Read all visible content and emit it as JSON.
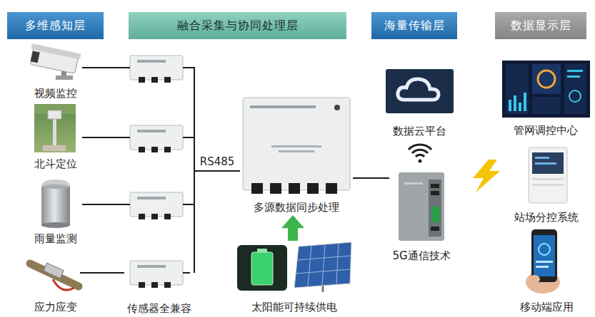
{
  "diagram": {
    "nodes": [
      {
        "text": [
          "多维感知层"
        ]
      },
      {
        "text": [
          "融合采集与协同处理层"
        ]
      },
      {
        "text": [
          "海量传输层"
        ]
      },
      {
        "text": [
          "数据显示层"
        ]
      },
      {
        "text": [
          "视频监控"
        ]
      },
      {
        "text": [
          "北斗定位"
        ]
      },
      {
        "text": [
          "雨量监测"
        ]
      },
      {
        "text": [
          "应力应变"
        ]
      },
      {
        "text": [
          "传感器全兼容"
        ]
      },
      {
        "text": [
          "多源数据同步处理"
        ]
      },
      {
        "text": [
          "太阳能可持续供电"
        ]
      },
      {
        "text": [
          "数据云平台"
        ]
      },
      {
        "text": [
          "5G通信技术"
        ]
      },
      {
        "text": [
          "管网调控中心"
        ]
      },
      {
        "text": [
          "站场分控系统"
        ]
      },
      {
        "text": [
          "移动端应用"
        ]
      }
    ],
    "edges": [
      {
        "from": 7,
        "to": 8,
        "arrow": "none"
      },
      {
        "from": 8,
        "to": 9,
        "label": "RS485",
        "arrow": "none"
      },
      {
        "from": 10,
        "to": 9,
        "arrow": "to"
      },
      {
        "from": 9,
        "to": 12,
        "arrow": "none"
      }
    ]
  }
}
